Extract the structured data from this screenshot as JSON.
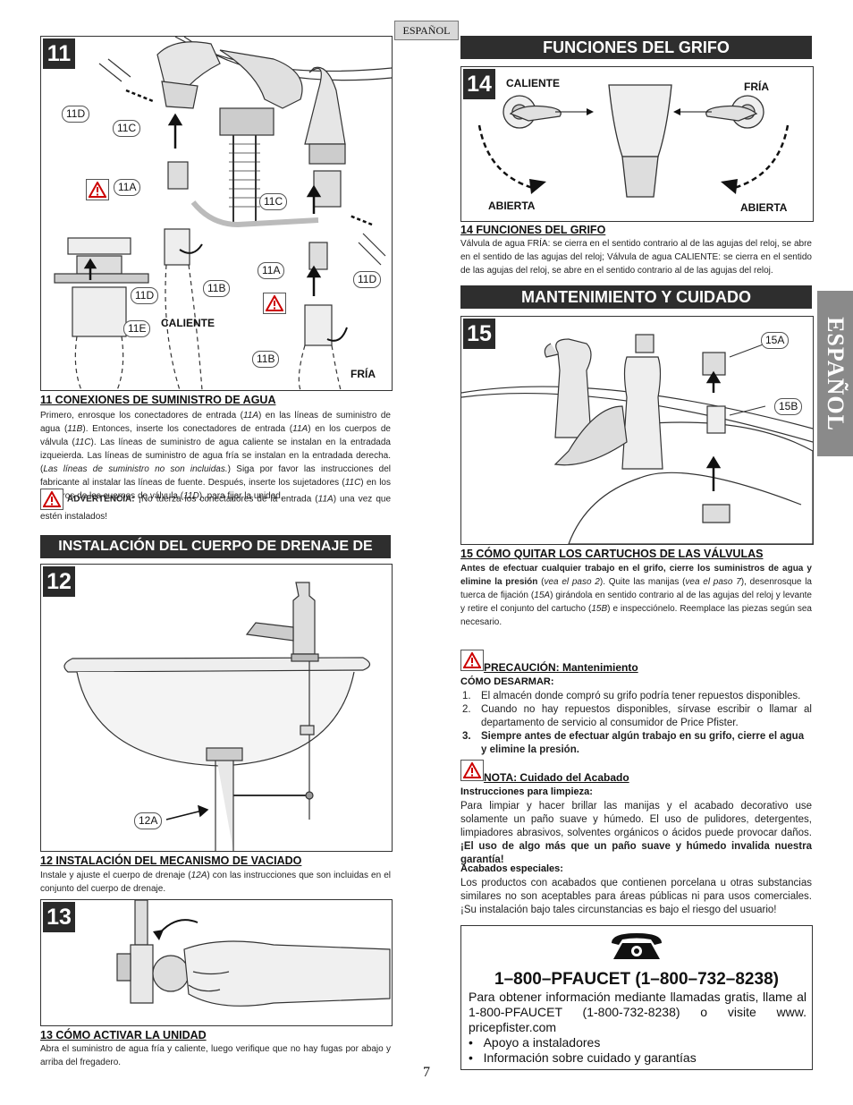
{
  "header": {
    "lang_tag": "ESPAÑOL",
    "side_tab": "ESPAÑOL",
    "page_number": "7"
  },
  "fig11": {
    "number": "11",
    "callouts": {
      "c11D_left": "11D",
      "c11C_left": "11C",
      "c11A_left": "11A",
      "c11C_right": "11C",
      "c11A_right": "11A",
      "c11D_right": "11D",
      "c11B_left": "11B",
      "c11D_low": "11D",
      "c11E": "11E",
      "c11B_right": "11B"
    },
    "label_hot": "CALIENTE",
    "label_cold": "FRÍA",
    "caption": "11  CONEXIONES DE SUMINISTRO DE AGUA",
    "text_parts": {
      "a": "Primero, enrosque los conectadores de entrada (",
      "b": "11A",
      "c": ") en las líneas de suministro de agua (",
      "d": "11B",
      "e": "). Entonces, inserte los conectadores de entrada (",
      "f": "11A",
      "g": ") en los cuerpos de válvula (",
      "h": "11C",
      "i": "). Las líneas de suministro de agua caliente se instalan en la entradada izqueierda. Las líneas de suministro de agua fría se instalan en la entradada derecha. (",
      "j": "Las líneas de suministro no son incluidas.",
      "k": ") Siga por favor las instrucciones del fabricante al instalar las líneas de fuente. Después, inserte los sujetadores (",
      "l": "11C",
      "m": ") en los agujeros de los cuerpos de válvula (",
      "n": "11D",
      "o": "), para fijar la unidad."
    },
    "warning_label": "ADVERTENCIA:",
    "warning_a": " ¡No tuerza los conectadores de la entrada (",
    "warning_b": "11A",
    "warning_c": ") una vez que estén instalados!"
  },
  "drain_banner": "INSTALACIÓN DEL CUERPO DE DRENAJE DE SALTO",
  "fig12": {
    "number": "12",
    "callout": "12A",
    "caption": "12  INSTALACIÓN DEL MECANISMO DE VACIADO",
    "text_a": "Instale y ajuste el cuerpo de drenaje (",
    "text_b": "12A",
    "text_c": ") con las instrucciones que son incluidas en el conjunto del cuerpo de drenaje."
  },
  "fig13": {
    "number": "13",
    "caption": "13  CÓMO ACTIVAR LA UNIDAD",
    "text": "Abra el suministro de agua fría y caliente, luego verifique que no hay fugas por abajo y arriba del fregadero."
  },
  "functions_banner": "FUNCIONES DEL GRIFO",
  "fig14": {
    "number": "14",
    "label_hot": "CALIENTE",
    "label_cold": "FRÍA",
    "label_open_left": "ABIERTA",
    "label_open_right": "ABIERTA",
    "caption": "14  FUNCIONES DEL GRIFO",
    "text": "Válvula de agua FRÍA: se cierra en el sentido contrario al de las agujas del reloj, se abre en el sentido de las agujas del reloj; Válvula de agua CALIENTE: se cierra en el sentido de las agujas del reloj, se abre en el sentido contrario al de las agujas del reloj."
  },
  "maintenance_banner": "MANTENIMIENTO Y CUIDADO",
  "fig15": {
    "number": "15",
    "callout_a": "15A",
    "callout_b": "15B",
    "caption": "15  CÓMO QUITAR LOS CARTUCHOS DE LAS VÁLVULAS",
    "bold_a": "Antes de efectuar cualquier trabajo en el grifo, cierre los suministros de agua y elimine la presión",
    "t1": " (",
    "i1": "vea el paso 2",
    "t2": "). Quite las manijas (",
    "i2": "vea el paso 7",
    "t3": "), desenrosque la tuerca de fijación (",
    "i3": "15A",
    "t4": ") girándola en sentido contrario al de las agujas del reloj y levante y retire el conjunto del cartucho (",
    "i4": "15B",
    "t5": ") e inspecciónelo.  Reemplace las piezas según sea necesario."
  },
  "caution": {
    "title": "PRECAUCIÓN: Mantenimiento",
    "subtitle": "CÓMO DESARMAR:",
    "items": [
      {
        "n": "1.",
        "text": "El almacén donde compró su grifo podría tener repuestos disponibles."
      },
      {
        "n": "2.",
        "text": "Cuando no hay repuestos disponibles, sírvase escribir o llamar al departamento de servicio al consumidor de Price Pfister."
      },
      {
        "n": "3.",
        "text": "Siempre antes de efectuar algún trabajo en su grifo, cierre el agua y elimine la presión."
      }
    ]
  },
  "note": {
    "title": "NOTA: Cuidado del Acabado",
    "sub1": "Instrucciones para limpieza:",
    "text1": "Para limpiar y hacer brillar las manijas y el acabado decorativo use solamente un paño suave y húmedo. El uso de pulidores, detergentes, limpiadores abrasivos, solventes orgánicos o ácidos puede provocar daños. ",
    "text1_bold": "¡El uso de algo más que un paño suave y húmedo invalida nuestra garantía!",
    "sub2": "Acabados especiales:",
    "text2": "Los productos con acabados que contienen porcelana u otras substancias similares no son aceptables para áreas públicas ni para usos comerciales. ¡Su instalación bajo tales circunstancias es bajo el riesgo del usuario!"
  },
  "contact": {
    "phone": "1–800–PFAUCET (1–800–732–8238)",
    "text": "Para obtener información mediante llamadas gratis, llame al 1-800-PFAUCET (1-800-732-8238) o visite www. pricepfister.com",
    "bullets": [
      "Apoyo a instaladores",
      "Información sobre cuidado y garantías"
    ],
    "bullet_char": "•"
  },
  "icons": {
    "warning": "warning-triangle-icon",
    "phone": "telephone-icon"
  }
}
